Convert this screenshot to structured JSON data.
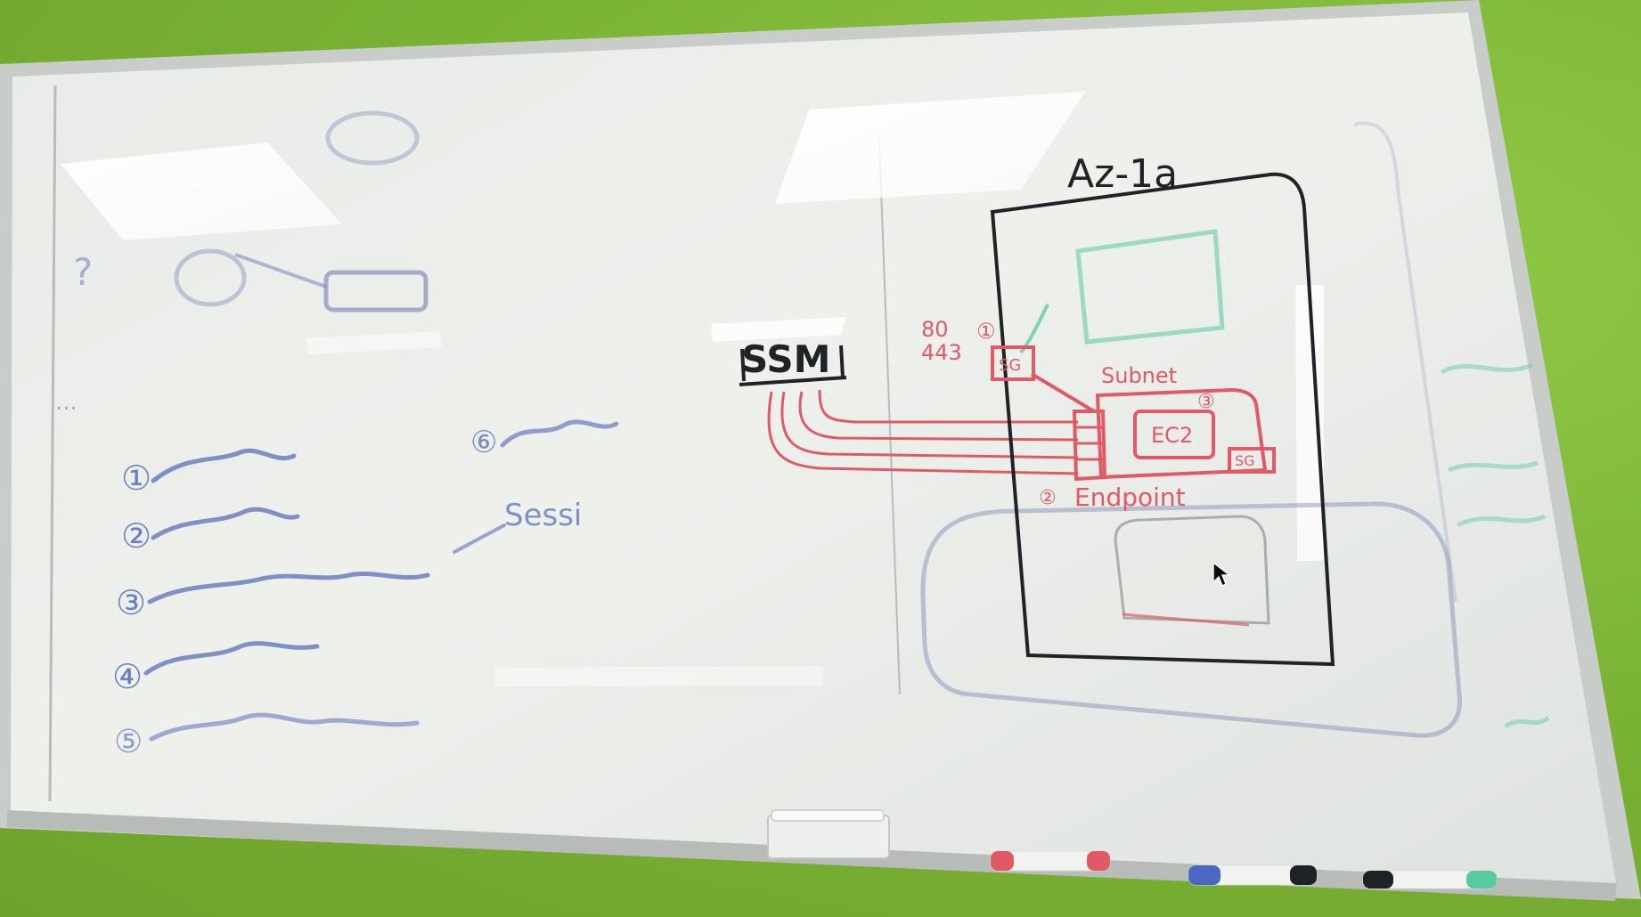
{
  "board": {
    "left_list": [
      "①",
      "②",
      "③",
      "④",
      "⑤"
    ],
    "side_note": "⑥",
    "session_text": "Sessi",
    "ssm_label": "SSM",
    "az_label": "Az-1a",
    "port_label_top": "80",
    "port_label_bottom": "443",
    "marker_1": "①",
    "marker_2": "②",
    "marker_3": "③",
    "sg_label": "SG",
    "subnet_label": "Subnet",
    "ec2_label": "EC2",
    "endpoint_label": "Endpoint"
  },
  "colors": {
    "wall": "#7fb83a",
    "board": "#e9ece8",
    "frame": "#c7cbc8",
    "blue_ink": "#6a7fc0",
    "red_ink": "#e05a66",
    "black_ink": "#1f2326",
    "green_ink": "#59c9a0"
  },
  "icons": {
    "cursor": "mouse-pointer-icon",
    "eraser": "eraser-icon",
    "red_marker": "red-marker-icon",
    "blue_marker": "blue-marker-icon",
    "green_marker": "green-marker-icon"
  }
}
